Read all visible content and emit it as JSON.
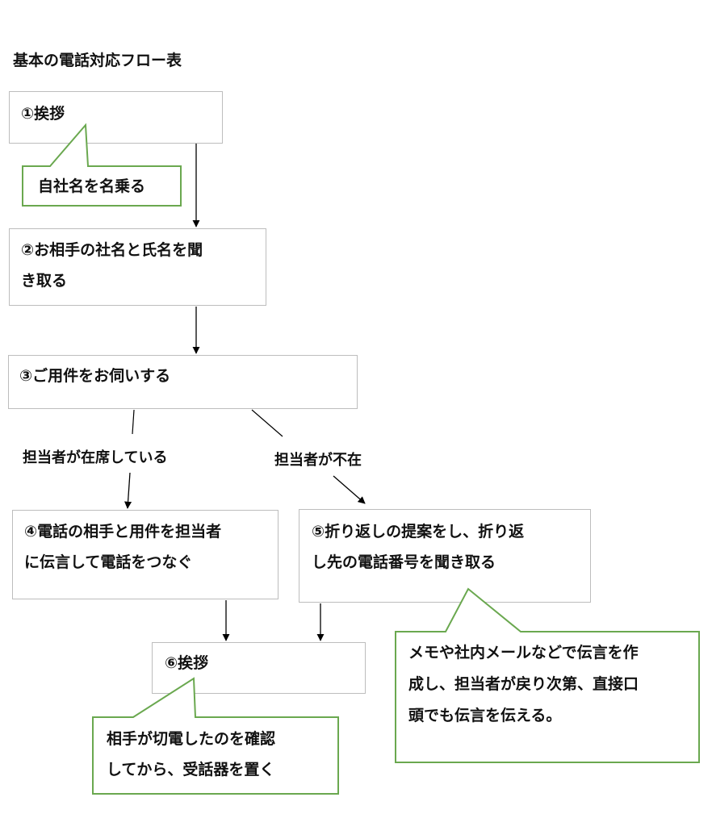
{
  "title": "基本の電話対応フロー表",
  "steps": {
    "s1": "①挨拶",
    "s2_line1": "②お相手の社名と氏名を聞",
    "s2_line2": "き取る",
    "s3": "③ご用件をお伺いする",
    "s4_line1": "④電話の相手と用件を担当者",
    "s4_line2": "に伝言して電話をつなぐ",
    "s5_line1": "⑤折り返しの提案をし、折り返",
    "s5_line2": "し先の電話番号を聞き取る",
    "s6": "⑥挨拶"
  },
  "branches": {
    "present": "担当者が在席している",
    "absent": "担当者が不在"
  },
  "callouts": {
    "c1": "自社名を名乗る",
    "c2_line1": "メモや社内メールなどで伝言を作",
    "c2_line2": "成し、担当者が戻り次第、直接口",
    "c2_line3": "頭でも伝言を伝える。",
    "c3_line1": "相手が切電したのを確認",
    "c3_line2": "してから、受話器を置く"
  },
  "colors": {
    "callout_border": "#6aa84f",
    "box_border": "#bdbdbd",
    "arrow": "#000000"
  }
}
